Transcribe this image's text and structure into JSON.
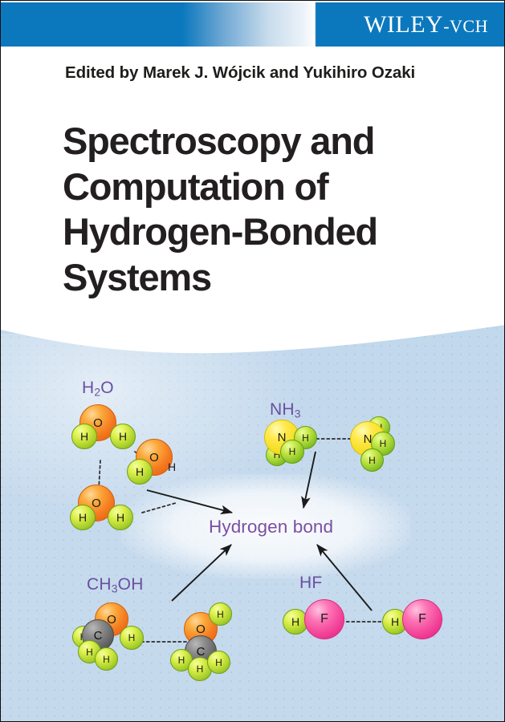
{
  "cover": {
    "publisher_logo": {
      "primary": "WILEY",
      "secondary": "-VCH"
    },
    "editors_line": "Edited by Marek J. Wójcik and Yukihiro Ozaki",
    "title_lines": [
      "Spectroscopy and",
      "Computation of",
      "Hydrogen-Bonded",
      "Systems"
    ],
    "title_full": "Spectroscopy and Computation of Hydrogen-Bonded Systems"
  },
  "colors": {
    "band_blue": "#0b78bd",
    "title_text": "#231f20",
    "editors_text": "#1d1d1b",
    "formula_purple": "#6b4fa0",
    "hbond_purple": "#7b4fa3",
    "panel_blue": "#c2d8ec",
    "oxygen_orange": "#f4791f",
    "hydrogen_green": "#a8cf2a",
    "nitrogen_yellow": "#f5dc21",
    "carbon_gray": "#636363",
    "fluorine_pink": "#f13d95"
  },
  "illustration": {
    "center_label": "Hydrogen bond",
    "molecule_groups": [
      {
        "name": "water-cluster",
        "formula": "H",
        "formula_sub": "2",
        "formula_tail": "O"
      },
      {
        "name": "ammonia-dimer",
        "formula": "NH",
        "formula_sub": "3",
        "formula_tail": ""
      },
      {
        "name": "methanol-dimer",
        "formula": "CH",
        "formula_sub": "3",
        "formula_tail": "OH"
      },
      {
        "name": "hydrogen-fluoride-dimer",
        "formula": "HF",
        "formula_sub": "",
        "formula_tail": ""
      }
    ],
    "atom_labels": {
      "oxygen": "O",
      "hydrogen": "H",
      "nitrogen": "N",
      "carbon": "C",
      "fluorine": "F"
    }
  }
}
